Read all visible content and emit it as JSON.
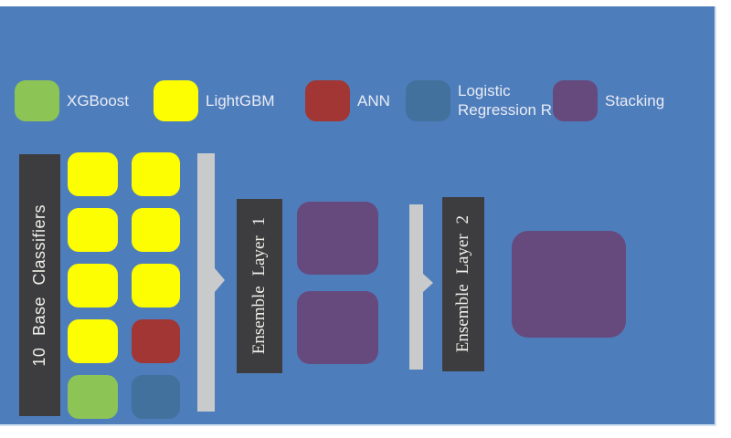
{
  "canvas": {
    "background": "#4e7dbc",
    "frame": "#ffffff",
    "edge_line": "#cfe0ef"
  },
  "palette": {
    "xgboost": "#8cc455",
    "lightgbm": "#fefe02",
    "ann": "#a23634",
    "logistic": "#41719c",
    "stacking": "#664a7e"
  },
  "legend": {
    "items": [
      {
        "type": "xgboost",
        "label_lines": [
          "XGBoost"
        ]
      },
      {
        "type": "lightgbm",
        "label_lines": [
          "LightGBM"
        ]
      },
      {
        "type": "ann",
        "label_lines": [
          "ANN"
        ]
      },
      {
        "type": "logistic",
        "label_lines": [
          "Logistic",
          "Regression R"
        ]
      },
      {
        "type": "stacking",
        "label_lines": [
          "Stacking"
        ]
      }
    ]
  },
  "base_classifiers": {
    "title": "10 Base Classifiers",
    "columns": [
      [
        "lightgbm",
        "lightgbm",
        "lightgbm",
        "lightgbm",
        "xgboost"
      ],
      [
        "lightgbm",
        "lightgbm",
        "lightgbm",
        "ann",
        "logistic"
      ]
    ]
  },
  "ensemble_layer1": {
    "title": "Ensemble Layer 1",
    "blocks": [
      "stacking",
      "stacking"
    ]
  },
  "ensemble_layer2": {
    "title": "Ensemble Layer 2",
    "blocks": [
      "stacking"
    ]
  }
}
